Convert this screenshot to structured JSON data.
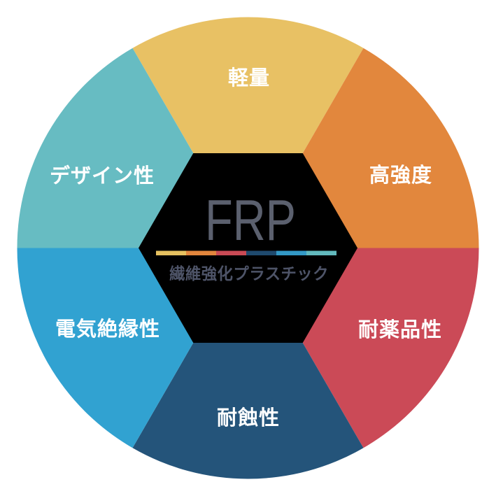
{
  "page": {
    "background_color": "#ffffff"
  },
  "center": {
    "title": "FRP",
    "subtitle": "繊維強化プラスチック",
    "title_color": "#5b606e",
    "subtitle_color": "#4e5468",
    "hexagon_color": "#000000",
    "bar_colors": [
      "#e5c160",
      "#e2863d",
      "#c94a55",
      "#1f4a6e",
      "#3399c6",
      "#62b9bd"
    ]
  },
  "diagram": {
    "type": "hexagon-ring-infographic",
    "label_color": "#ffffff",
    "segments": [
      {
        "id": "lightweight",
        "label": "軽量",
        "color": "#e8c164",
        "position": "top"
      },
      {
        "id": "high-strength",
        "label": "高強度",
        "color": "#e2873d",
        "position": "top-right"
      },
      {
        "id": "chemical-resistance",
        "label": "耐薬品性",
        "color": "#cb4a57",
        "position": "bottom-right"
      },
      {
        "id": "corrosion-resistance",
        "label": "耐蝕性",
        "color": "#24547a",
        "position": "bottom"
      },
      {
        "id": "electrical-insulation",
        "label": "電気絶縁性",
        "color": "#31a2d1",
        "position": "bottom-left"
      },
      {
        "id": "design",
        "label": "デザイン性",
        "color": "#67bcc2",
        "position": "top-left"
      }
    ]
  }
}
